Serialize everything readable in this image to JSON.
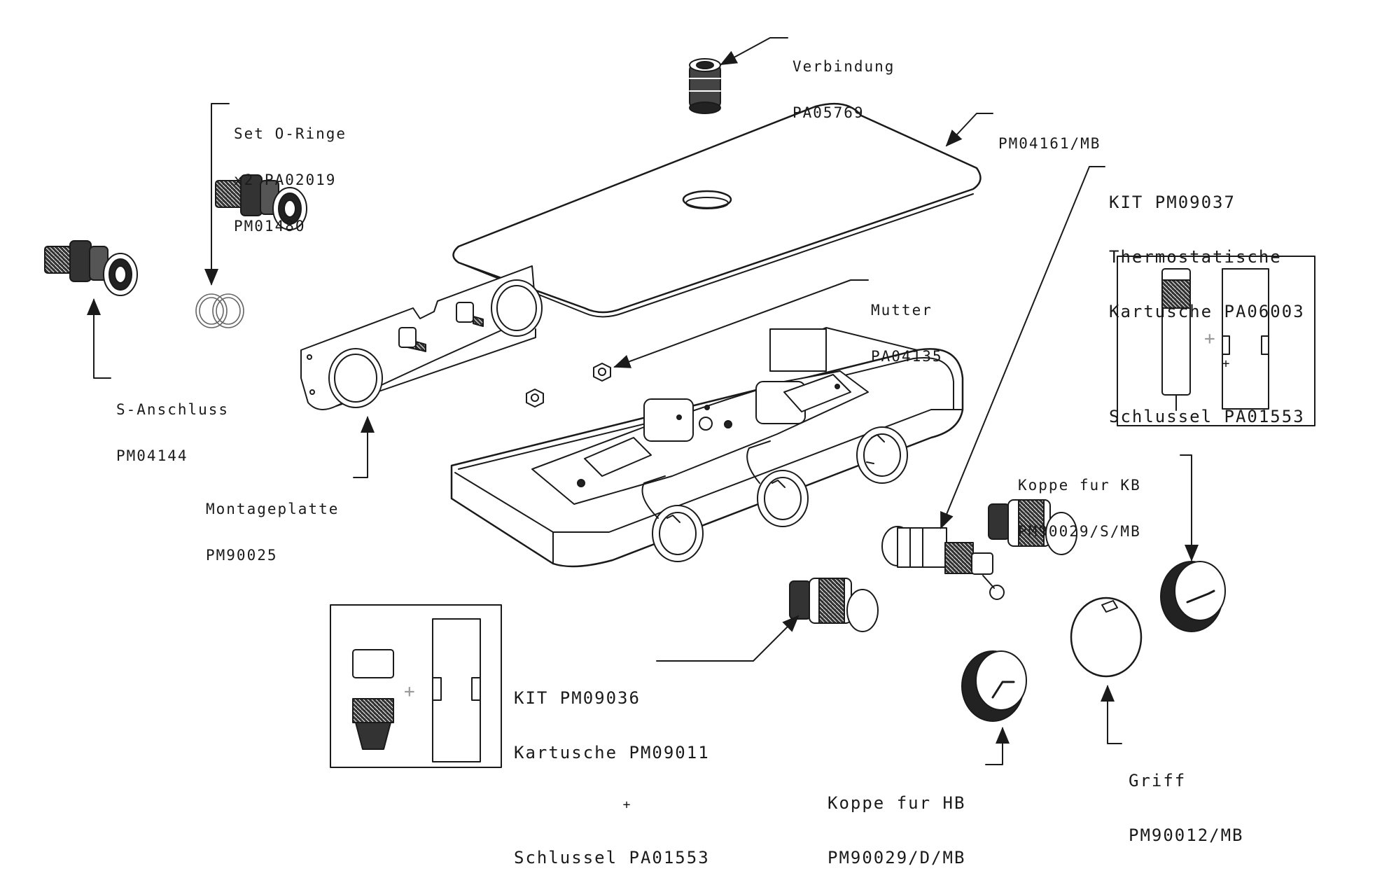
{
  "labels": {
    "verbindung": {
      "name": "Verbindung",
      "code": "PA05769"
    },
    "oringe": {
      "line1": "Set O-Ringe",
      "line2": "x2 PA02019",
      "line3": "PM01480"
    },
    "cover": {
      "code": "PM04161/MB"
    },
    "kit_thermo": {
      "line1": "KIT PM09037",
      "line2": "Thermostatische",
      "line3": "Kartusche PA06003",
      "plus": "+",
      "line4": "Schlussel PA01553"
    },
    "mutter": {
      "name": "Mutter",
      "code": "PA04135"
    },
    "sanschluss": {
      "name": "S-Anschluss",
      "code": "PM04144"
    },
    "montageplatte": {
      "name": "Montageplatte",
      "code": "PM90025"
    },
    "koppe_kb": {
      "name": "Koppe fur KB",
      "code": "PM90029/S/MB"
    },
    "kit_kartusche": {
      "line1": "KIT PM09036",
      "line2": "Kartusche PM09011",
      "plus": "+",
      "line3": "Schlussel PA01553"
    },
    "koppe_hb": {
      "name": "Koppe fur HB",
      "code": "PM90029/D/MB"
    },
    "griff": {
      "name": "Griff",
      "code": "PM90012/MB"
    }
  },
  "colors": {
    "line": "#1a1a1a",
    "fill_dark": "#2a2a2a",
    "fill_light": "#ffffff",
    "inset_border": "#1a1a1a"
  }
}
